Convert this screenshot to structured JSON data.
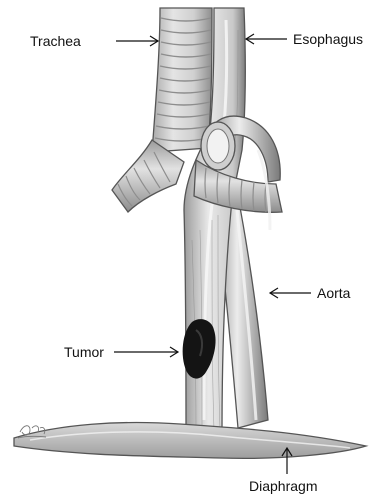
{
  "figure": {
    "labels": {
      "trachea": "Trachea",
      "esophagus": "Esophagus",
      "aorta": "Aorta",
      "tumor": "Tumor",
      "diaphragm": "Diaphragm"
    },
    "artist_signature": "Joan M"
  },
  "colors": {
    "pencil": "#4a4a4a",
    "shade_light": "#e2e2e2",
    "shade_mid": "#bdbdbd",
    "shade_dark": "#8a8a8a",
    "tumor": "#141414",
    "background": "#ffffff"
  }
}
